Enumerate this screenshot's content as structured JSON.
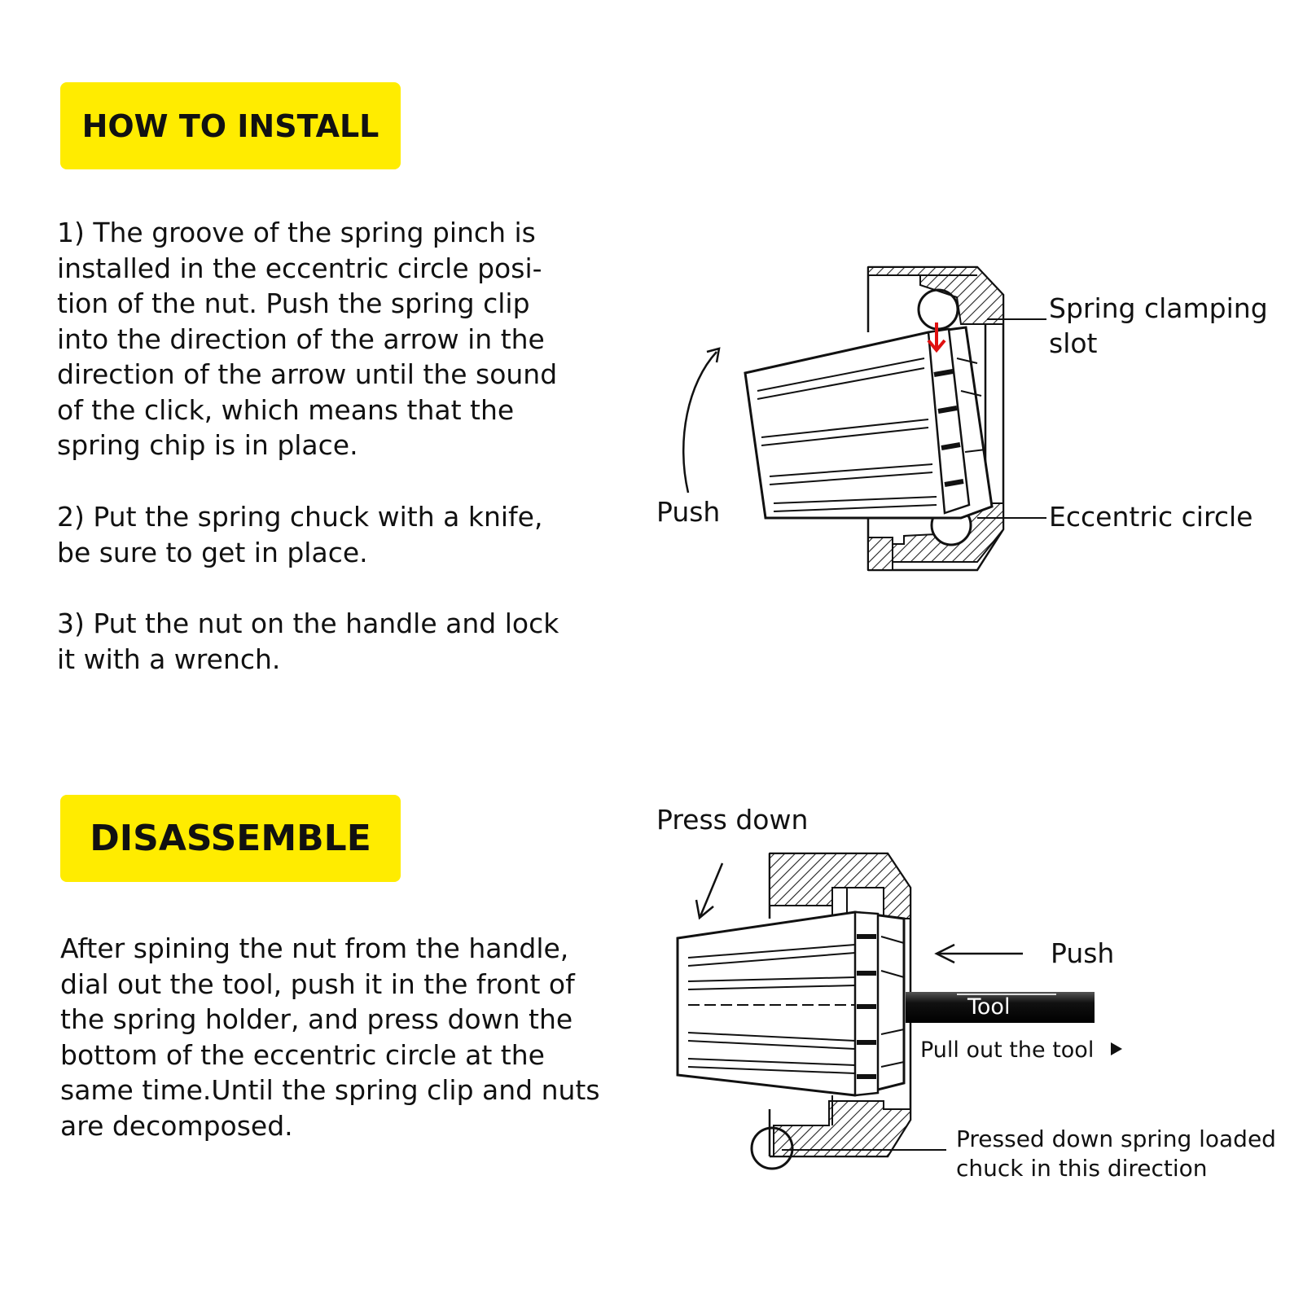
{
  "install": {
    "title": "HOW TO INSTALL",
    "step1": "1) The groove of the spring pinch is\ninstalled in the eccentric circle posi-\ntion of the nut. Push the spring clip\ninto the direction of the arrow in the\ndirection of the arrow until the sound\nof the click, which means that the\nspring chip is in place.",
    "step2": "2) Put the spring chuck with a knife,\nbe sure to get in place.",
    "step3": "3) Put the nut on the handle and lock\nit with a wrench.",
    "diagram": {
      "push_label": "Push",
      "slot_label_line1": "Spring clamping",
      "slot_label_line2": "slot",
      "eccentric_label": "Eccentric circle"
    }
  },
  "disassemble": {
    "title": "DISASSEMBLE",
    "text": "After spining the nut from the handle,\ndial out the tool, push it in the front of\nthe spring holder, and press down the\nbottom of the eccentric circle at the\nsame time.Until the spring clip and nuts\nare decomposed.",
    "diagram": {
      "press_down_label": "Press down",
      "push_label": "Push",
      "tool_label": "Tool",
      "pull_out_label": "Pull out the tool",
      "pressed_line1": "Pressed down spring loaded",
      "pressed_line2": "chuck in this direction"
    }
  },
  "colors": {
    "badge": "#ffec00",
    "arrow_red": "#e01010"
  }
}
